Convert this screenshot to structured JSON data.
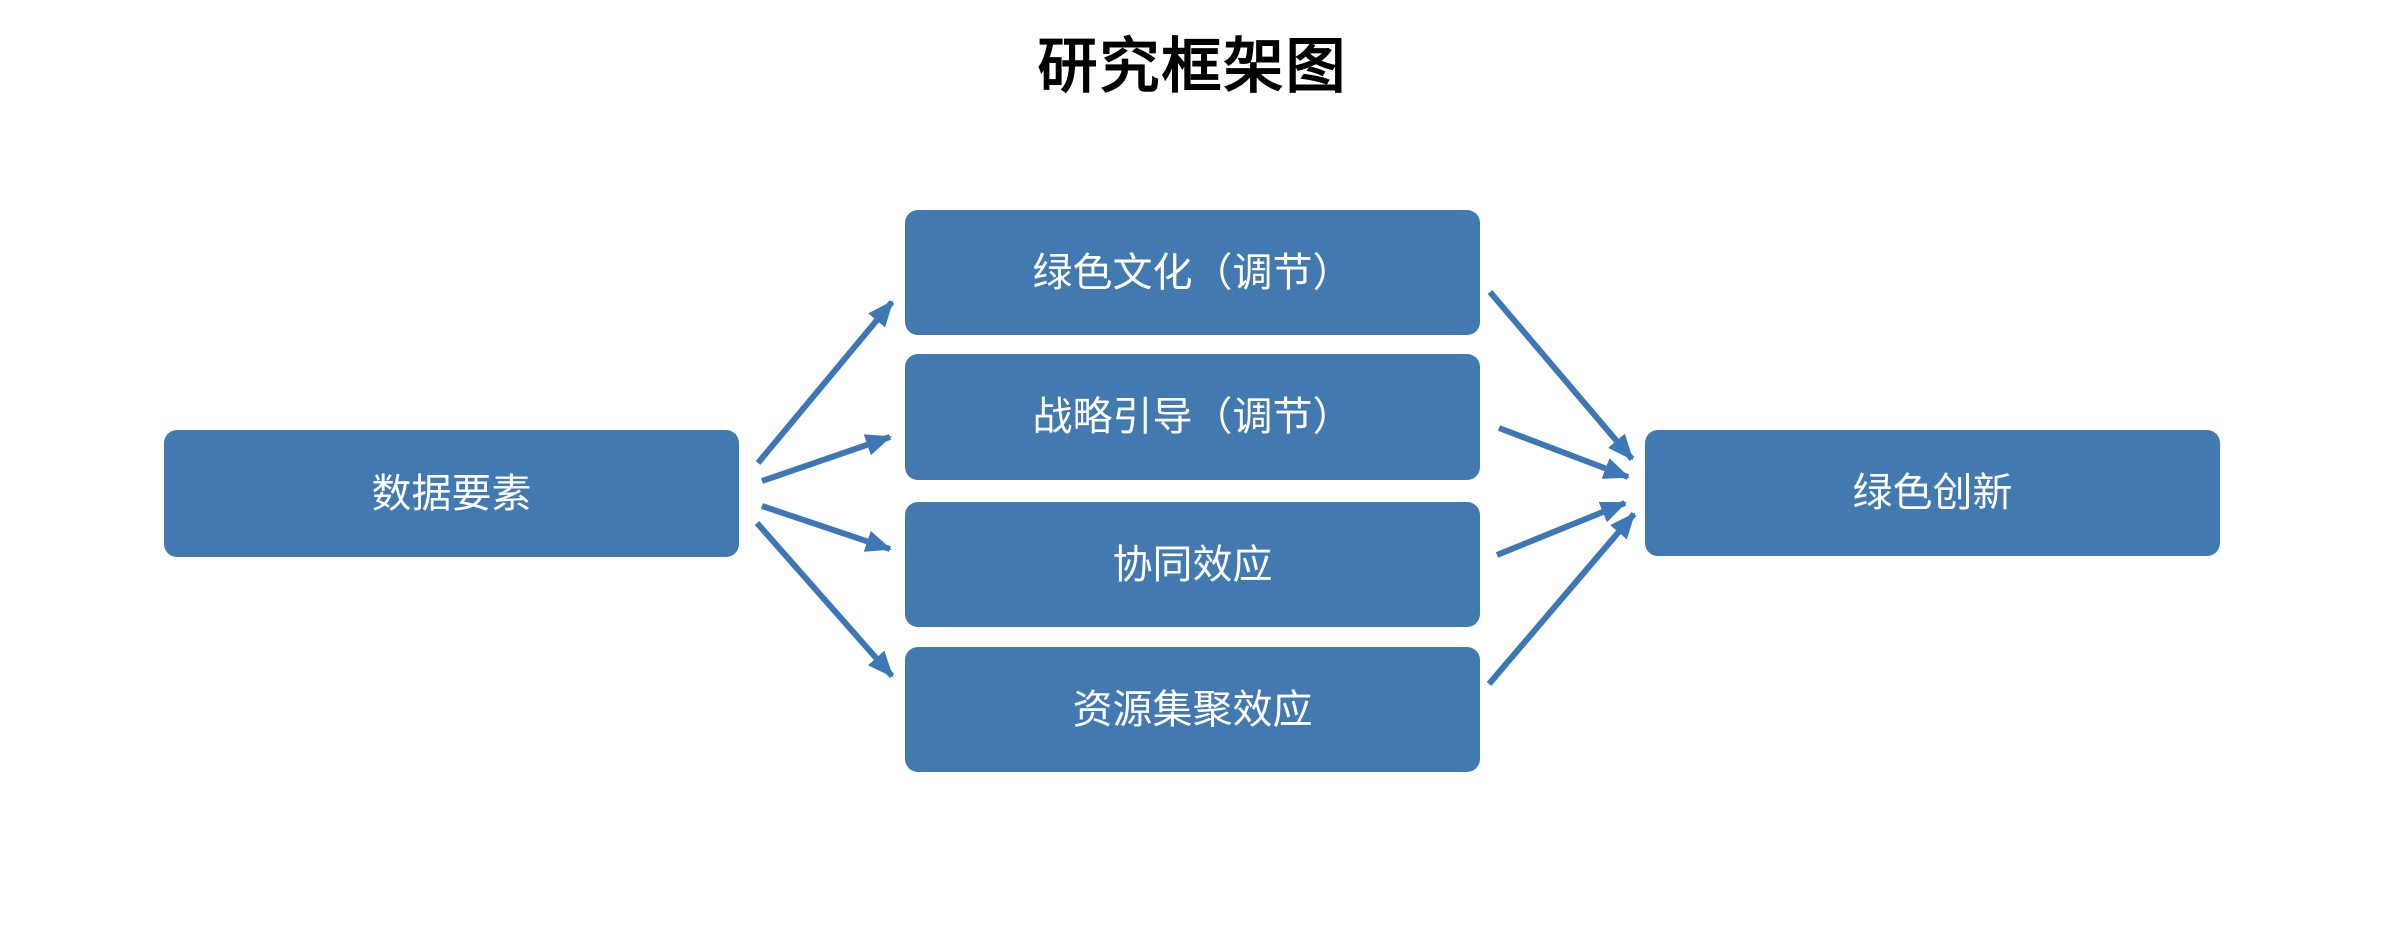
{
  "title": "研究框架图",
  "colors": {
    "background": "#FFFFFF",
    "title_text": "#000000",
    "box_fill": "#4179B0",
    "box_text": "#FFFFFF",
    "arrow_color": "#3E77B6"
  },
  "diagram": {
    "nodes": [
      {
        "id": "data-elements",
        "label": "数据要素"
      },
      {
        "id": "green-culture",
        "label": "绿色文化（调节）"
      },
      {
        "id": "strategic-guidance",
        "label": "战略引导（调节）"
      },
      {
        "id": "synergy-effect",
        "label": "协同效应"
      },
      {
        "id": "resource-agglomeration",
        "label": "资源集聚效应"
      },
      {
        "id": "green-innovation",
        "label": "绿色创新"
      }
    ],
    "edges": [
      {
        "from": "data-elements",
        "to": "green-culture"
      },
      {
        "from": "data-elements",
        "to": "strategic-guidance"
      },
      {
        "from": "data-elements",
        "to": "synergy-effect"
      },
      {
        "from": "data-elements",
        "to": "resource-agglomeration"
      },
      {
        "from": "green-culture",
        "to": "green-innovation"
      },
      {
        "from": "strategic-guidance",
        "to": "green-innovation"
      },
      {
        "from": "synergy-effect",
        "to": "green-innovation"
      },
      {
        "from": "resource-agglomeration",
        "to": "green-innovation"
      }
    ]
  }
}
